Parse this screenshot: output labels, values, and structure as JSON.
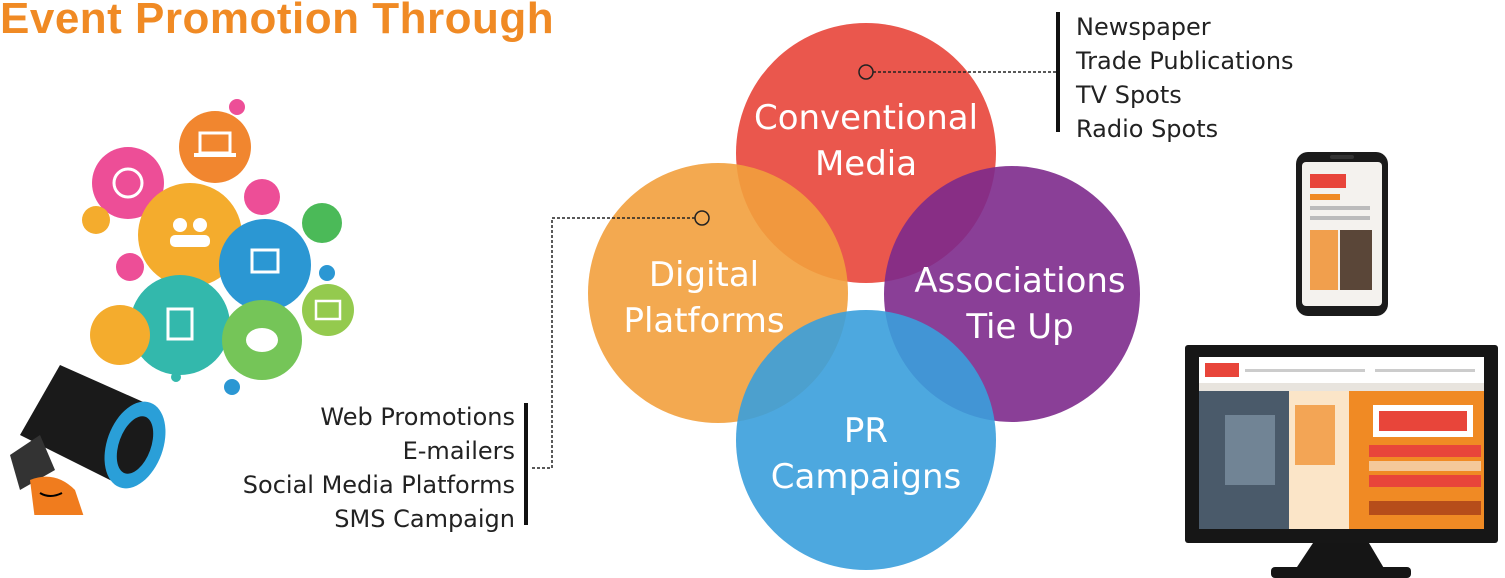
{
  "title": "Event Promotion Through",
  "colors": {
    "title": "#f08a24",
    "conventional": "#e8453a",
    "digital": "#f2a03d",
    "associations": "#7d2a8c",
    "pr": "#3a9fdc"
  },
  "circles": {
    "conventional": [
      "Conventional",
      "Media"
    ],
    "digital": [
      "Digital",
      "Platforms"
    ],
    "associations": [
      "Associations",
      "Tie Up"
    ],
    "pr": [
      "PR",
      "Campaigns"
    ]
  },
  "conventional_items": [
    "Newspaper",
    "Trade Publications",
    "TV Spots",
    "Radio Spots"
  ],
  "digital_items": [
    "Web Promotions",
    "E-mailers",
    "Social Media Platforms",
    "SMS Campaign"
  ],
  "illustrations": [
    "megaphone-social-icons",
    "smartphone-mockup",
    "monitor-mockup"
  ]
}
